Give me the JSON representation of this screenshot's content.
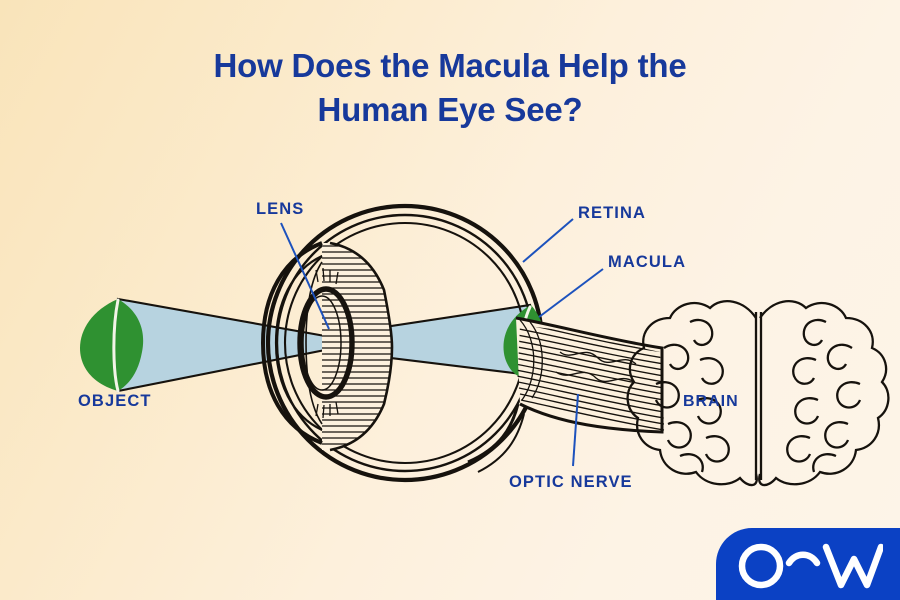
{
  "page": {
    "title_line1": "How Does the Macula Help the",
    "title_line2": "Human Eye See?",
    "background_top_left": "#f9e4ba",
    "background_bottom_right": "#fdf4e8",
    "label_color": "#17399b"
  },
  "diagram": {
    "type": "anatomical-cross-section",
    "subject": "human eye and brain",
    "labels": {
      "lens": "LENS",
      "retina": "RETINA",
      "macula": "MACULA",
      "object": "OBJECT",
      "optic_nerve": "OPTIC NERVE",
      "brain": "BRAIN"
    },
    "elements": {
      "object_shape": "leaf",
      "object_color": "#2f9131",
      "light_beam_color": "#b7d3e0",
      "ink_color": "#16120d",
      "leader_line_color": "#1d52bd"
    }
  },
  "logo": {
    "letter_o": "O",
    "letter_w": "W",
    "arc": "tilde-arc",
    "background": "#0b41c4",
    "text_color": "#ffffff"
  }
}
